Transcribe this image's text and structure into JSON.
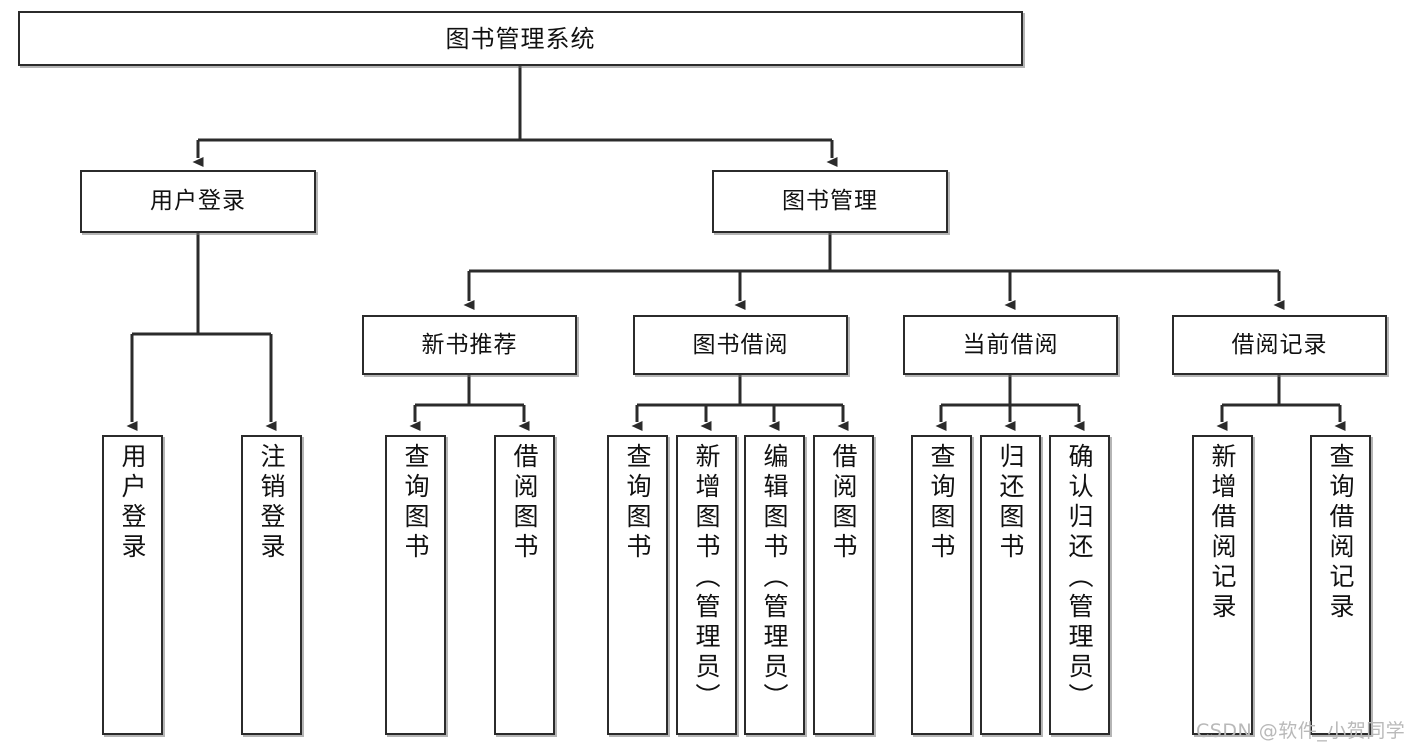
{
  "diagram": {
    "type": "tree",
    "title": "图书管理系统",
    "watermark": "CSDN @软件_小贺同学",
    "colors": {
      "box_border": "#2b2b2b",
      "box_fill": "#ffffff",
      "line": "#2b2b2b",
      "text": "#111111",
      "watermark": "#b9b9b9",
      "background": "#ffffff"
    },
    "nodes": {
      "root": {
        "label": "图书管理系统"
      },
      "level2": [
        {
          "id": "user-login",
          "label": "用户登录"
        },
        {
          "id": "book-manage",
          "label": "图书管理"
        }
      ],
      "level3": [
        {
          "id": "new-book-recommend",
          "label": "新书推荐"
        },
        {
          "id": "book-borrow",
          "label": "图书借阅"
        },
        {
          "id": "current-borrow",
          "label": "当前借阅"
        },
        {
          "id": "borrow-record",
          "label": "借阅记录"
        }
      ],
      "leaves": {
        "user-login": [
          {
            "id": "leaf-user-login",
            "label": "用户登录"
          },
          {
            "id": "leaf-logout",
            "label": "注销登录"
          }
        ],
        "new-book-recommend": [
          {
            "id": "leaf-query-book-1",
            "label": "查询图书"
          },
          {
            "id": "leaf-borrow-book-1",
            "label": "借阅图书"
          }
        ],
        "book-borrow": [
          {
            "id": "leaf-query-book-2",
            "label": "查询图书"
          },
          {
            "id": "leaf-add-book",
            "label": "新增图书（管理员）"
          },
          {
            "id": "leaf-edit-book",
            "label": "编辑图书（管理员）"
          },
          {
            "id": "leaf-borrow-book-2",
            "label": "借阅图书"
          }
        ],
        "current-borrow": [
          {
            "id": "leaf-query-book-3",
            "label": "查询图书"
          },
          {
            "id": "leaf-return-book",
            "label": "归还图书"
          },
          {
            "id": "leaf-confirm-return",
            "label": "确认归还（管理员）"
          }
        ],
        "borrow-record": [
          {
            "id": "leaf-add-record",
            "label": "新增借阅记录"
          },
          {
            "id": "leaf-query-record",
            "label": "查询借阅记录"
          }
        ]
      }
    }
  }
}
